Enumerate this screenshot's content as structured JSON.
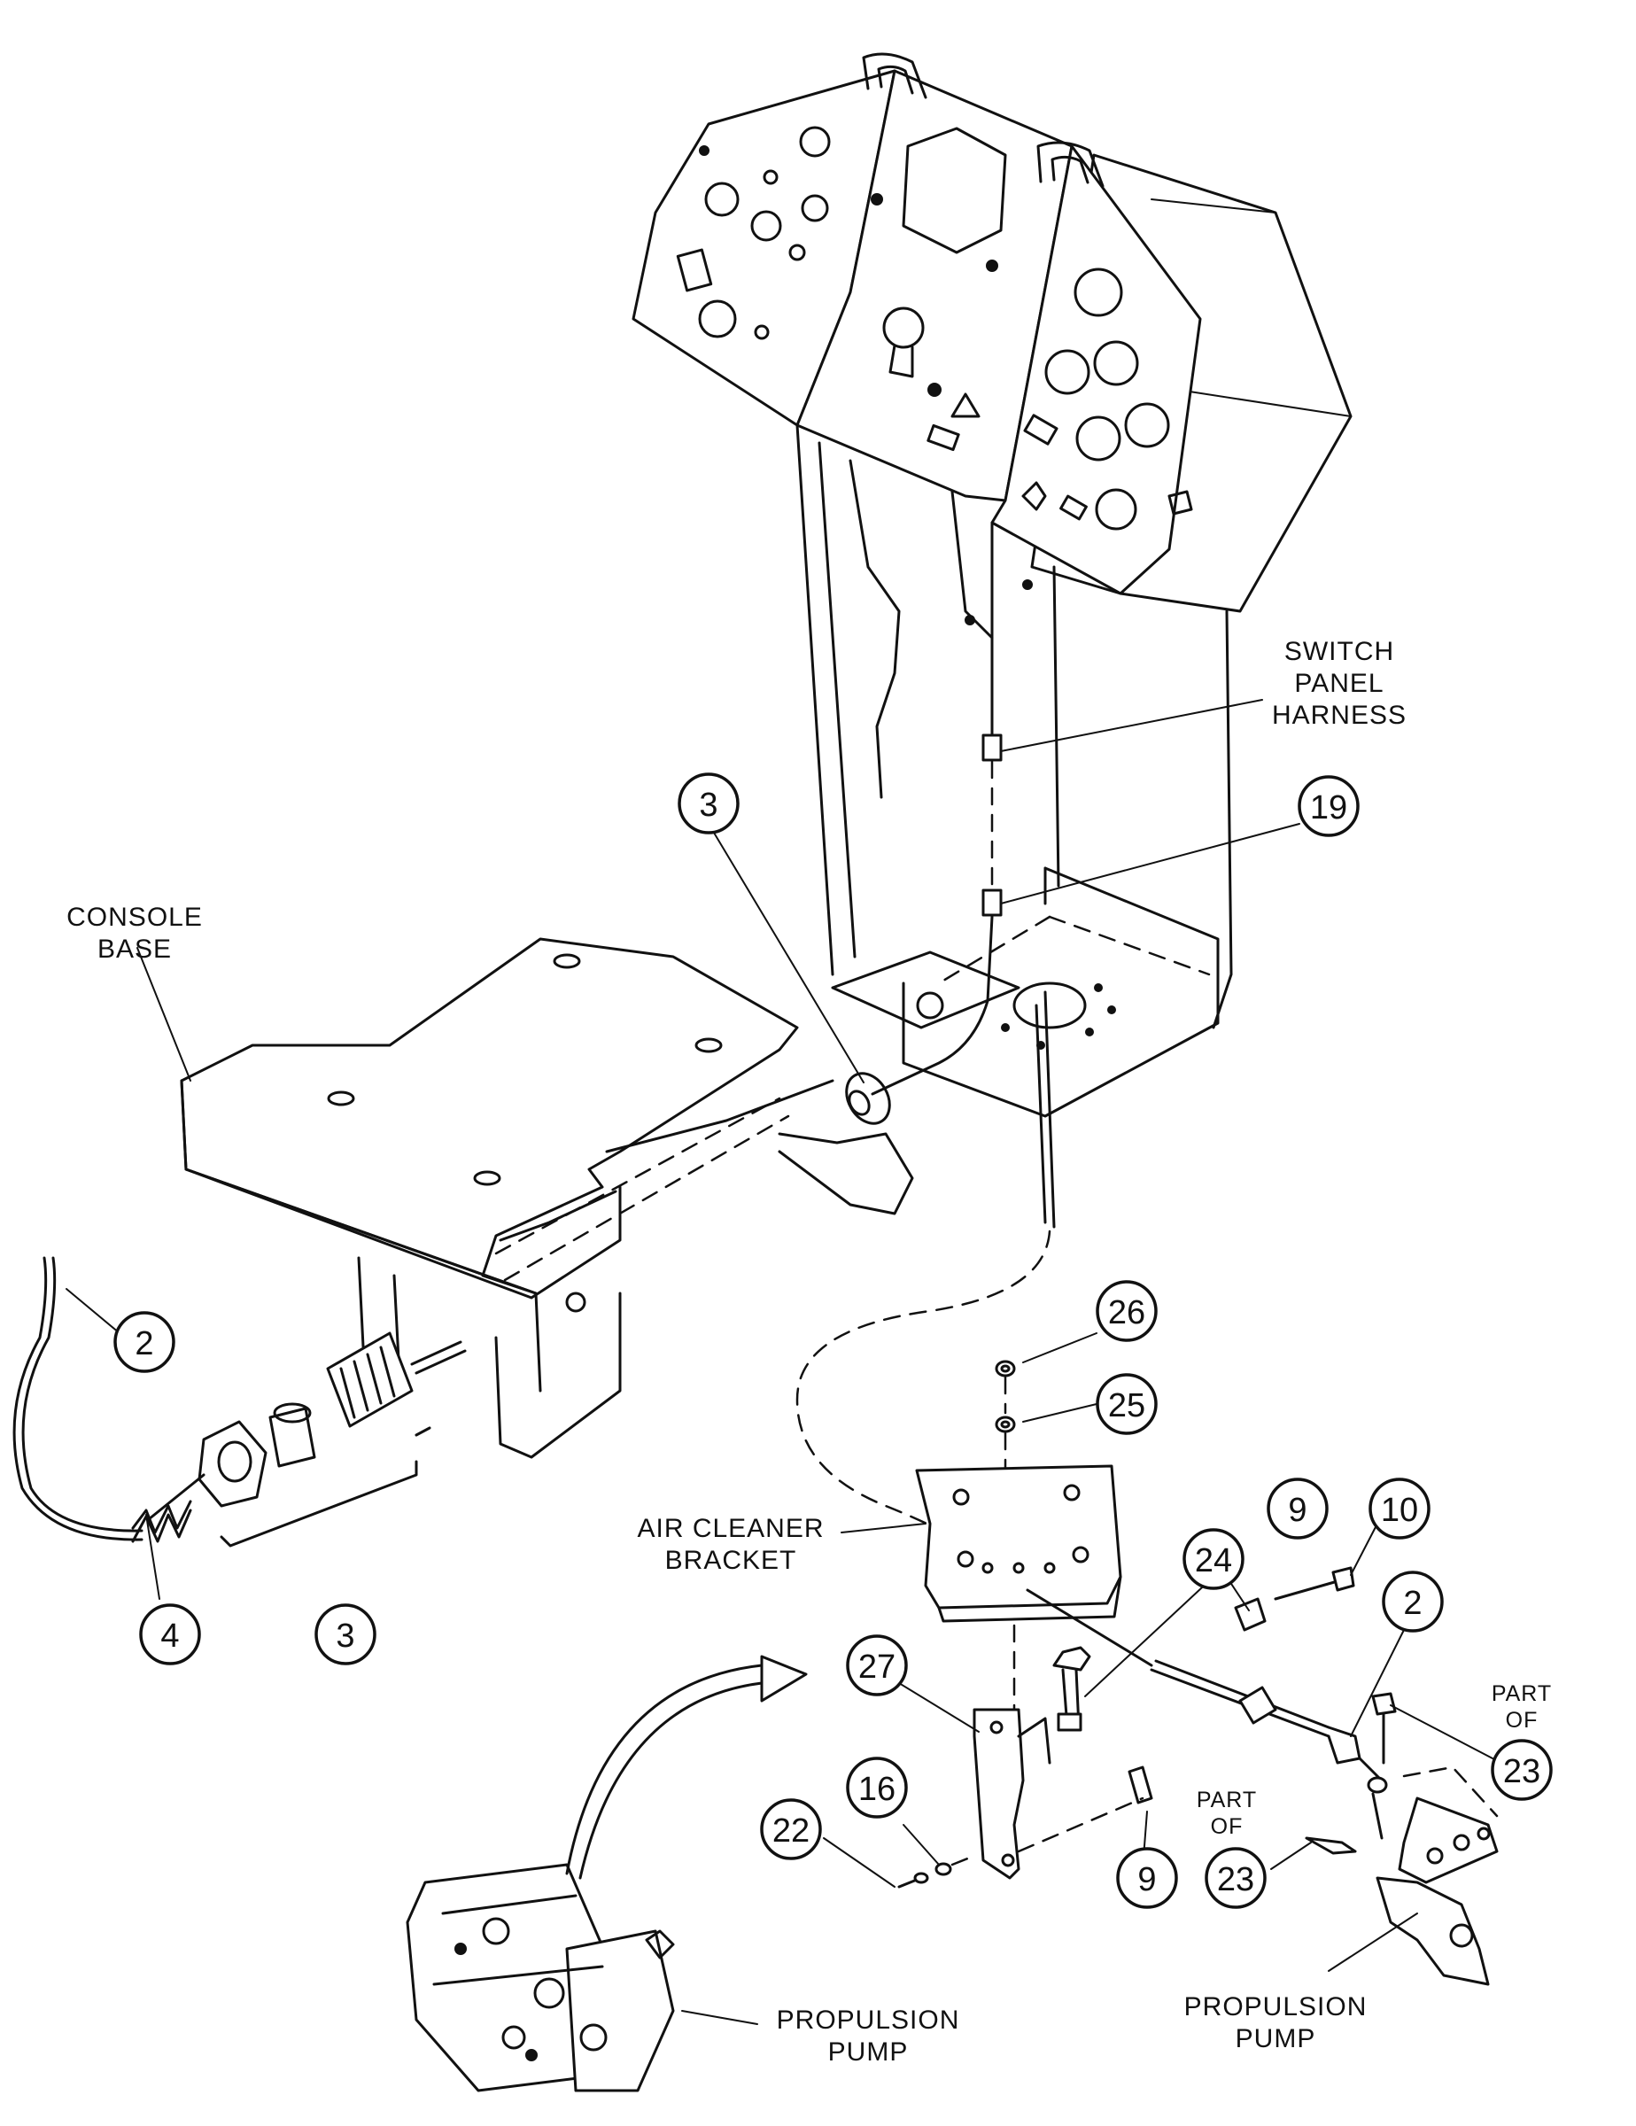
{
  "labels": {
    "switch_panel_harness": [
      "SWITCH",
      "PANEL",
      "HARNESS"
    ],
    "console_base": [
      "CONSOLE",
      "BASE"
    ],
    "air_cleaner_bracket": [
      "AIR CLEANER",
      "BRACKET"
    ],
    "propulsion_pump_left": [
      "PROPULSION",
      "PUMP"
    ],
    "propulsion_pump_right": [
      "PROPULSION",
      "PUMP"
    ],
    "part_of_upper": [
      "PART",
      "OF"
    ],
    "part_of_lower": [
      "PART",
      "OF"
    ]
  },
  "callouts": [
    {
      "id": "c-3-top",
      "number": "3"
    },
    {
      "id": "c-19",
      "number": "19"
    },
    {
      "id": "c-2-left",
      "number": "2"
    },
    {
      "id": "c-26",
      "number": "26"
    },
    {
      "id": "c-25",
      "number": "25"
    },
    {
      "id": "c-4",
      "number": "4"
    },
    {
      "id": "c-3-bottom",
      "number": "3"
    },
    {
      "id": "c-9-top",
      "number": "9"
    },
    {
      "id": "c-10",
      "number": "10"
    },
    {
      "id": "c-24",
      "number": "24"
    },
    {
      "id": "c-2-right",
      "number": "2"
    },
    {
      "id": "c-27",
      "number": "27"
    },
    {
      "id": "c-23-upper",
      "number": "23"
    },
    {
      "id": "c-16",
      "number": "16"
    },
    {
      "id": "c-22",
      "number": "22"
    },
    {
      "id": "c-9-bottom",
      "number": "9"
    },
    {
      "id": "c-23-lower",
      "number": "23"
    }
  ]
}
